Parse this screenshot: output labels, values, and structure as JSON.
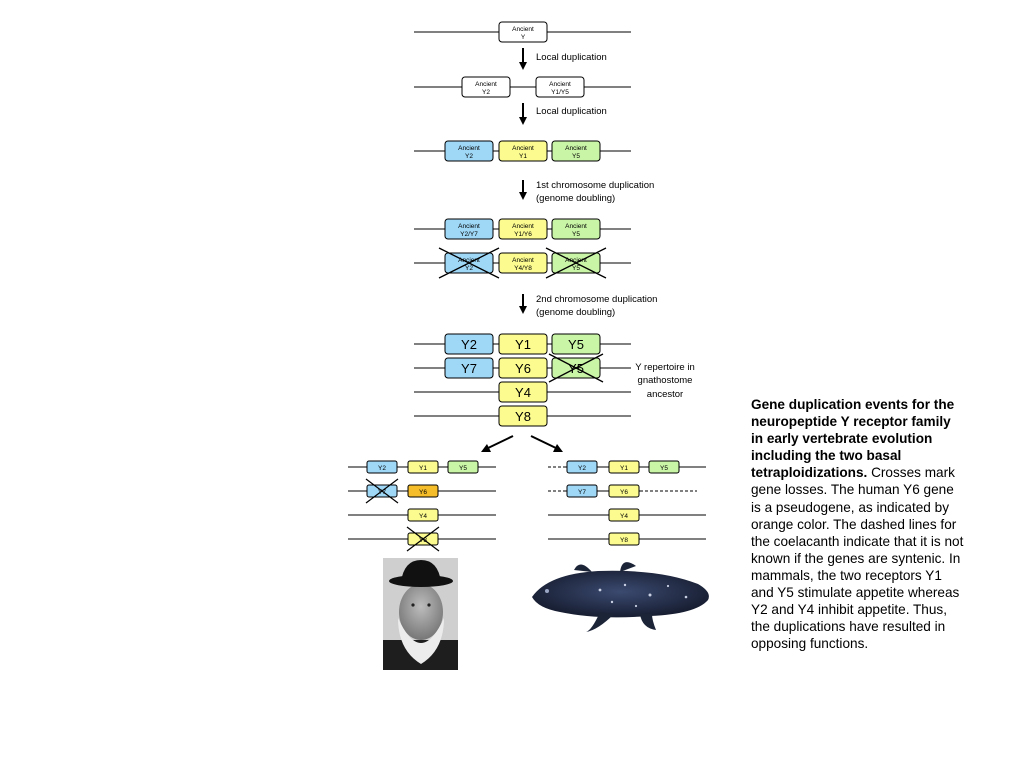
{
  "colors": {
    "white": "#ffffff",
    "blue": "#9fd8f7",
    "yellow": "#fbfb8f",
    "green": "#c9f5a6",
    "orange": "#f5bd2a"
  },
  "steps": [
    {
      "line1": "Local duplication",
      "line2": ""
    },
    {
      "line1": "Local duplication",
      "line2": ""
    },
    {
      "line1": "1st chromosome duplication",
      "line2": "(genome doubling)"
    },
    {
      "line1": "2nd chromosome duplication",
      "line2": "(genome doubling)"
    }
  ],
  "stage1": {
    "genes": [
      {
        "line1": "Ancient",
        "line2": "Y"
      }
    ]
  },
  "stage2": {
    "genes": [
      {
        "line1": "Ancient",
        "line2": "Y2"
      },
      {
        "line1": "Ancient",
        "line2": "Y1/Y5"
      }
    ]
  },
  "stage3": {
    "genes": [
      {
        "line1": "Ancient",
        "line2": "Y2"
      },
      {
        "line1": "Ancient",
        "line2": "Y1"
      },
      {
        "line1": "Ancient",
        "line2": "Y5"
      }
    ]
  },
  "stage4": {
    "row1": [
      {
        "line1": "Ancient",
        "line2": "Y2/Y7"
      },
      {
        "line1": "Ancient",
        "line2": "Y1/Y6"
      },
      {
        "line1": "Ancient",
        "line2": "Y5"
      }
    ],
    "row2": [
      {
        "line1": "Ancient",
        "line2": "Y2"
      },
      {
        "line1": "Ancient",
        "line2": "Y4/Y8"
      },
      {
        "line1": "Ancient",
        "line2": "Y5"
      }
    ]
  },
  "stage5": {
    "rows": [
      [
        "Y2",
        "Y1",
        "Y5"
      ],
      [
        "Y7",
        "Y6",
        "Y5"
      ],
      [
        "Y4"
      ],
      [
        "Y8"
      ]
    ],
    "note_lines": [
      "Y repertoire in",
      "gnathostome",
      "ancestor"
    ]
  },
  "human": {
    "rows": [
      [
        "Y2",
        "Y1",
        "Y5"
      ],
      [
        "Y7",
        "Y6"
      ],
      [
        "Y4"
      ],
      [
        "Y8"
      ]
    ]
  },
  "coelacanth": {
    "rows": [
      [
        "Y2",
        "Y1",
        "Y5"
      ],
      [
        "Y7",
        "Y6"
      ],
      [
        "Y4"
      ],
      [
        "Y8"
      ]
    ]
  },
  "caption": {
    "bold": "Gene duplication events for the neuropeptide Y receptor family in early vertebrate evolution including the two basal tetraploidizations.",
    "body": " Crosses mark gene losses. The human Y6 gene is a pseudogene, as indicated by orange color. The dashed lines for the coelacanth indicate that it is not known if the genes are syntenic. In mammals, the two receptors Y1 and Y5 stimulate appetite whereas Y2 and Y4 inhibit appetite. Thus, the duplications have resulted in opposing functions."
  }
}
